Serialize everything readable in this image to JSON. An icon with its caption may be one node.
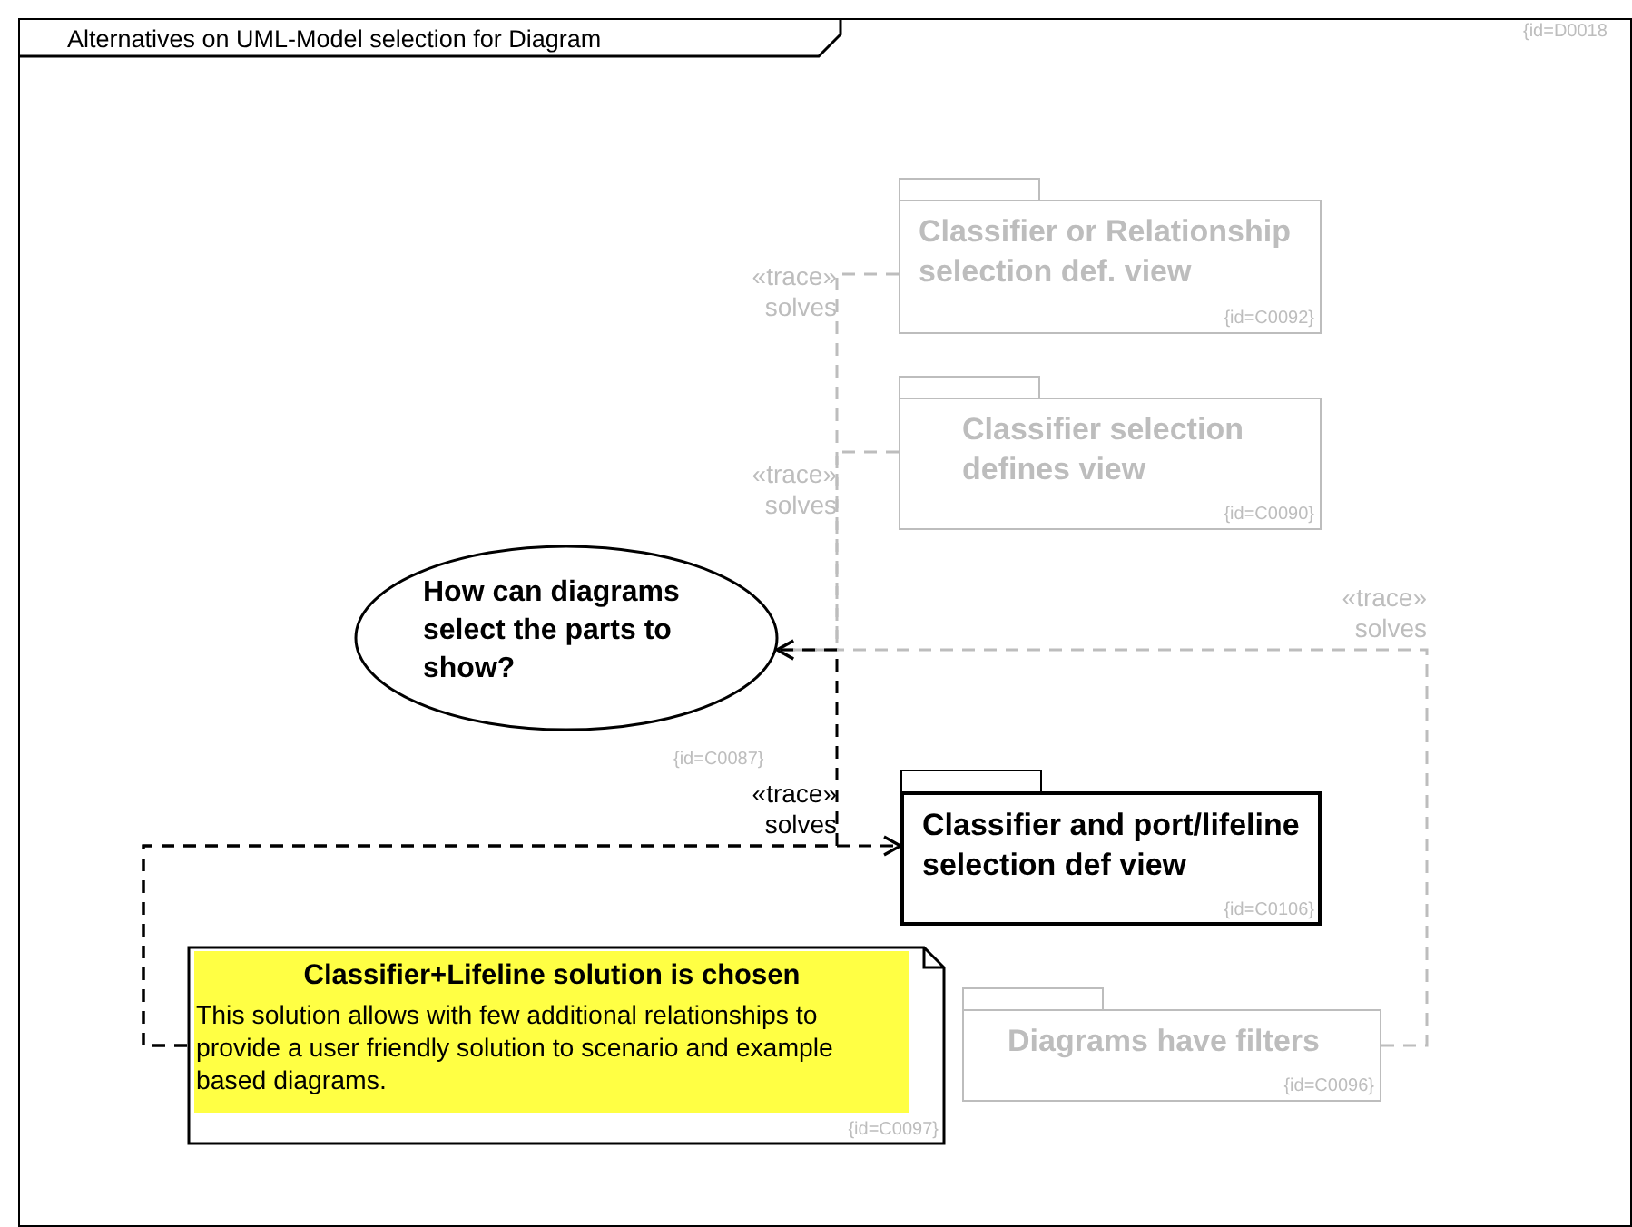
{
  "diagram": {
    "nodes": [
      {
        "text": [
          "Alternatives on UML-Model selection for Diagram"
        ],
        "beside": [
          "{id=D0018"
        ]
      },
      {
        "text": [
          "Classifier or Relationship selection def. view",
          "{id=C0092}"
        ],
        "in": 0
      },
      {
        "text": [
          "Classifier selection defines view",
          "{id=C0090}"
        ],
        "in": 0
      },
      {
        "text": [
          "How can diagrams select the parts to show?"
        ],
        "beside": [
          "{id=C0087}"
        ],
        "in": 0
      },
      {
        "text": [
          "Classifier and port/lifeline selection def view",
          "{id=C0106}"
        ],
        "in": 0
      },
      {
        "text": [
          "Classifier+Lifeline solution is chosen",
          "This solution allows with few additional relationships to provide a user friendly solution to scenario and example based diagrams.",
          "{id=C0097}"
        ],
        "in": 0
      },
      {
        "text": [
          "Diagrams have filters",
          "{id=C0096}"
        ],
        "in": 0
      }
    ],
    "edges": [
      {
        "from": 1,
        "to": 3,
        "arrow": "to",
        "label": "«trace» solves",
        "style": "dashed"
      },
      {
        "from": 2,
        "to": 3,
        "arrow": "to",
        "label": "«trace» solves",
        "style": "dashed"
      },
      {
        "from": 6,
        "to": 3,
        "arrow": "to",
        "label": "«trace» solves",
        "style": "dashed"
      },
      {
        "from": 5,
        "to": 3,
        "arrow": "to",
        "label": "«trace» solves",
        "style": "dashed",
        "color": "#000000"
      },
      {
        "from": 5,
        "to": 4,
        "arrow": "to",
        "style": "dashed",
        "color": "#000000"
      }
    ]
  }
}
